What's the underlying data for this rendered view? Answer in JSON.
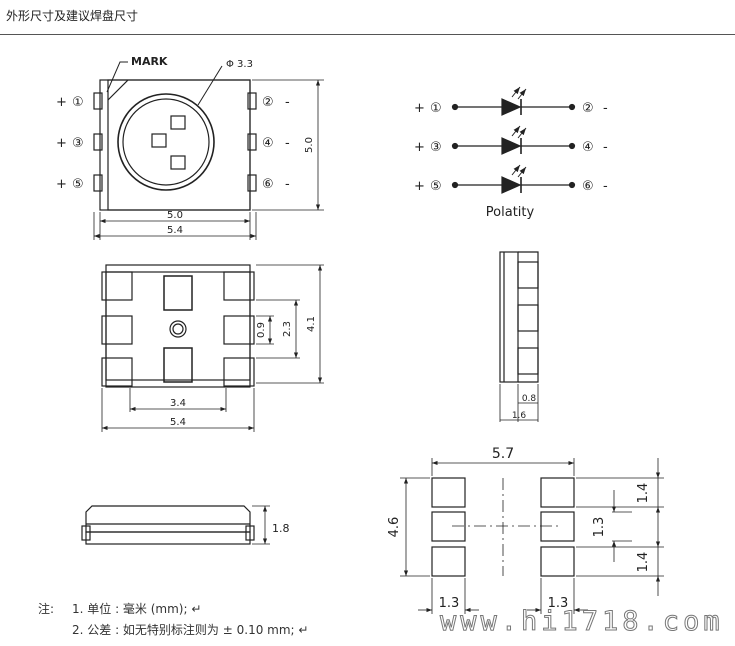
{
  "header": {
    "title": "外形尺寸及建议焊盘尺寸"
  },
  "top_view": {
    "mark_label": "MARK",
    "lens_label": "Φ 3.3",
    "dim_inner_width": "5.0",
    "dim_outer_width": "5.4",
    "dim_height": "5.0",
    "pins_left": [
      {
        "sign": "+",
        "number": "①"
      },
      {
        "sign": "+",
        "number": "③"
      },
      {
        "sign": "+",
        "number": "⑤"
      }
    ],
    "pins_right": [
      {
        "sign": "-",
        "number": "②"
      },
      {
        "sign": "-",
        "number": "④"
      },
      {
        "sign": "-",
        "number": "⑥"
      }
    ]
  },
  "schematic": {
    "caption": "Polatity",
    "rows": [
      {
        "plus": "+",
        "in_pin": "①",
        "out_pin": "②",
        "minus": "-"
      },
      {
        "plus": "+",
        "in_pin": "③",
        "out_pin": "④",
        "minus": "-"
      },
      {
        "plus": "+",
        "in_pin": "⑤",
        "out_pin": "⑥",
        "minus": "-"
      }
    ]
  },
  "bottom_view": {
    "dim_pad_pitch": "0.9",
    "dim_pad_span": "2.3",
    "dim_body_height": "4.1",
    "dim_inner_width": "3.4",
    "dim_outer_width": "5.4"
  },
  "side_view_right": {
    "dim_lead": "0.8",
    "dim_thickness": "1.6"
  },
  "side_view_front": {
    "dim_height": "1.8"
  },
  "pad_layout": {
    "dim_total_width": "5.7",
    "dim_total_height": "4.6",
    "dim_pad_height_top": "1.4",
    "dim_pad_pitch": "1.3",
    "dim_pad_height_bottom": "1.4",
    "dim_pad_width_left": "1.3",
    "dim_pad_width_right": "1.3"
  },
  "notes": {
    "prefix": "注:",
    "line1": "1. 单位 : 毫米 (mm); ↵",
    "line2": "2. 公差 : 如无特别标注则为 ± 0.10 mm; ↵"
  },
  "watermark": "www.hi1718.com"
}
